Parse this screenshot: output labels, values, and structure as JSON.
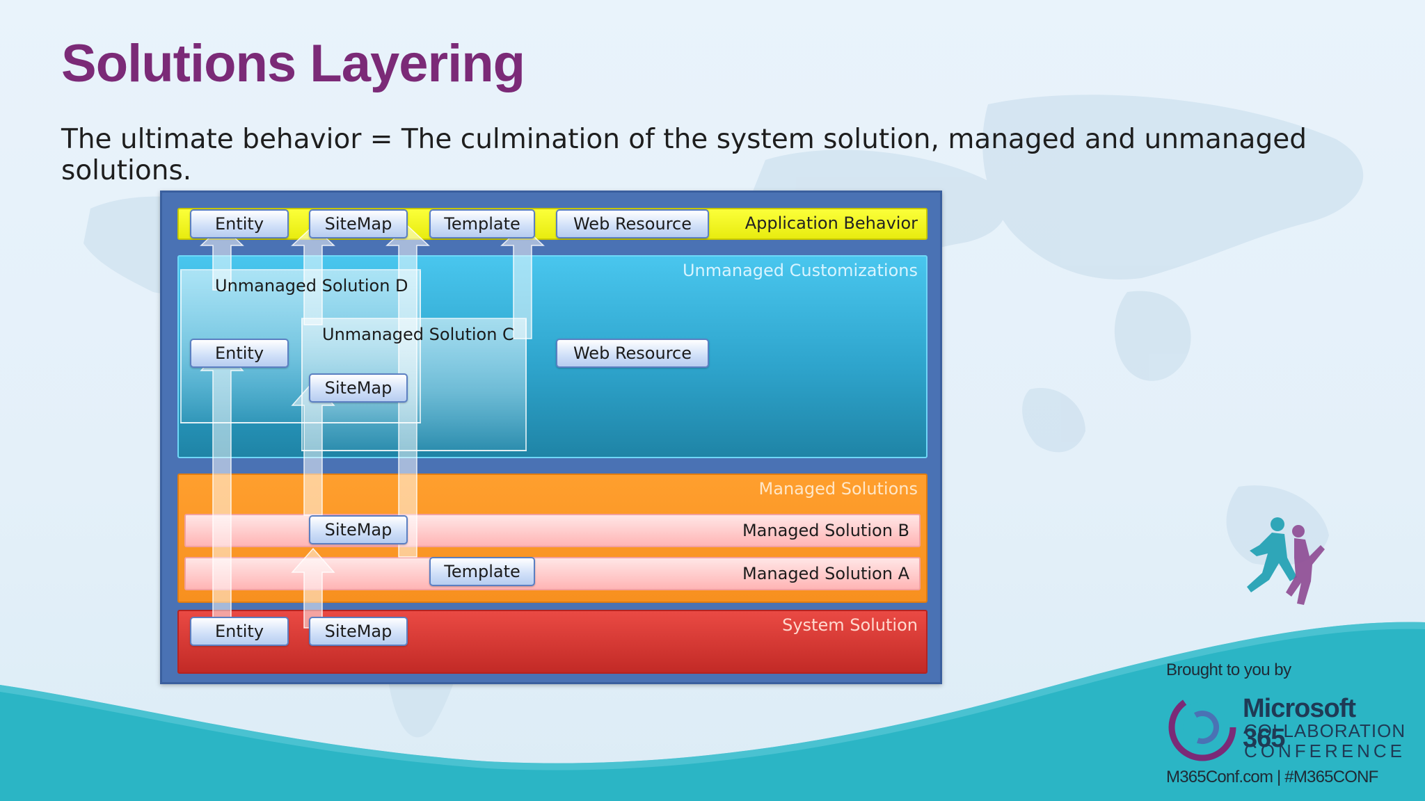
{
  "slide": {
    "title": "Solutions Layering",
    "subtitle": "The ultimate behavior = The culmination of the system solution, managed and unmanaged solutions."
  },
  "diagram": {
    "layers": {
      "application": "Application Behavior",
      "unmanaged": "Unmanaged Customizations",
      "managed": "Managed Solutions",
      "system": "System Solution"
    },
    "solutions": {
      "managed_b": "Managed Solution B",
      "managed_a": "Managed Solution A",
      "unmanaged_d": "Unmanaged Solution D",
      "unmanaged_c": "Unmanaged Solution C"
    },
    "components": {
      "app_entity": "Entity",
      "app_sitemap": "SiteMap",
      "app_template": "Template",
      "app_webresource": "Web Resource",
      "d_entity": "Entity",
      "c_sitemap": "SiteMap",
      "u_webresource": "Web Resource",
      "b_sitemap": "SiteMap",
      "a_template": "Template",
      "sys_entity": "Entity",
      "sys_sitemap": "SiteMap"
    },
    "colors": {
      "application": "#f2f51e",
      "unmanaged": "#36b4dc",
      "managed": "#f7941d",
      "managed_strip": "#ffc4c4",
      "system": "#d9342f",
      "frame": "#4a72b4",
      "component": "#cfdff8"
    }
  },
  "branding": {
    "brought_by": "Brought to you by",
    "line1": "Microsoft 365",
    "line2": "COLLABORATION",
    "line3": "CONFERENCE",
    "url": "M365Conf.com | #M365CONF",
    "title_color": "#7b2a77",
    "wave_color": "#2bb5c5"
  }
}
